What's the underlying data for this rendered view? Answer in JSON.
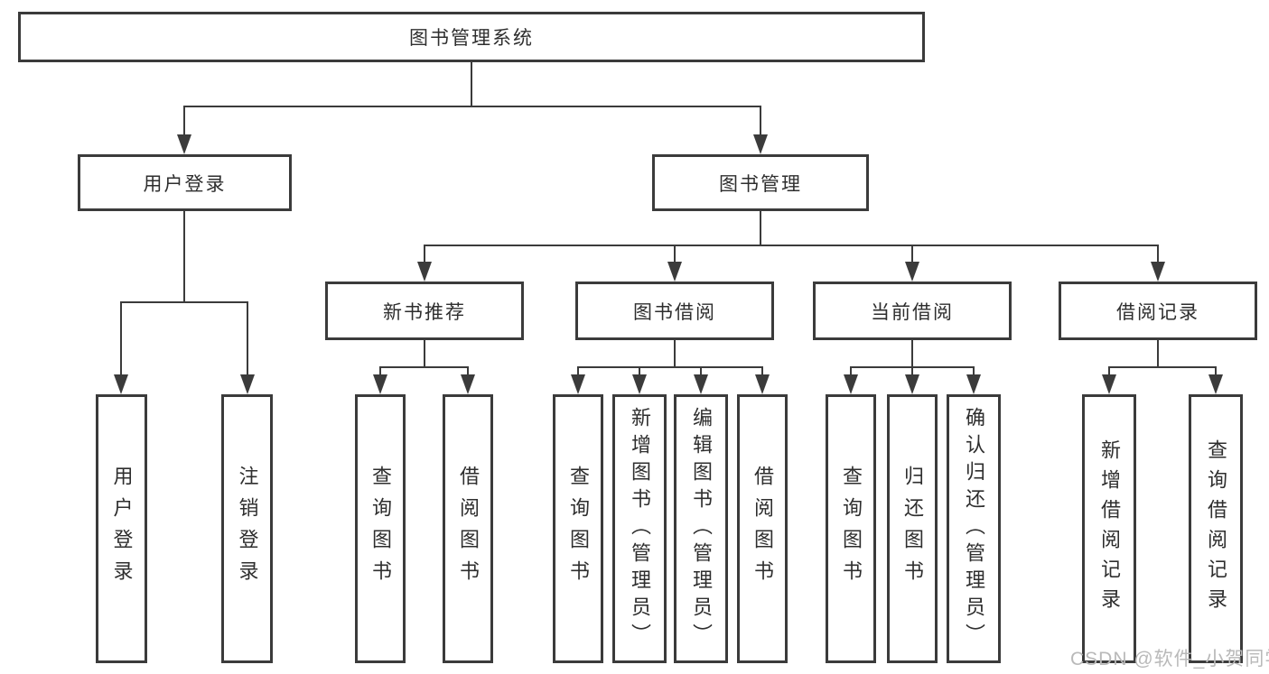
{
  "nodes": {
    "root": {
      "label": "图书管理系统"
    },
    "level2": [
      {
        "label": "用户登录"
      },
      {
        "label": "图书管理"
      }
    ],
    "level3": [
      {
        "label": "新书推荐"
      },
      {
        "label": "图书借阅"
      },
      {
        "label": "当前借阅"
      },
      {
        "label": "借阅记录"
      }
    ],
    "leaves": [
      {
        "label": "用户登录"
      },
      {
        "label": "注销登录"
      },
      {
        "label": "查询图书"
      },
      {
        "label": "借阅图书"
      },
      {
        "label": "查询图书"
      },
      {
        "label": "新增图书（管理员）"
      },
      {
        "label": "编辑图书（管理员）"
      },
      {
        "label": "借阅图书"
      },
      {
        "label": "查询图书"
      },
      {
        "label": "归还图书"
      },
      {
        "label": "确认归还（管理员）"
      },
      {
        "label": "新增借阅记录"
      },
      {
        "label": "查询借阅记录"
      }
    ]
  },
  "watermark": "CSDN @软件_小贺同学",
  "colors": {
    "line": "#3b3b3b",
    "text": "#2e2e2e",
    "watermark": "#b9b9b9",
    "background": "#ffffff"
  }
}
